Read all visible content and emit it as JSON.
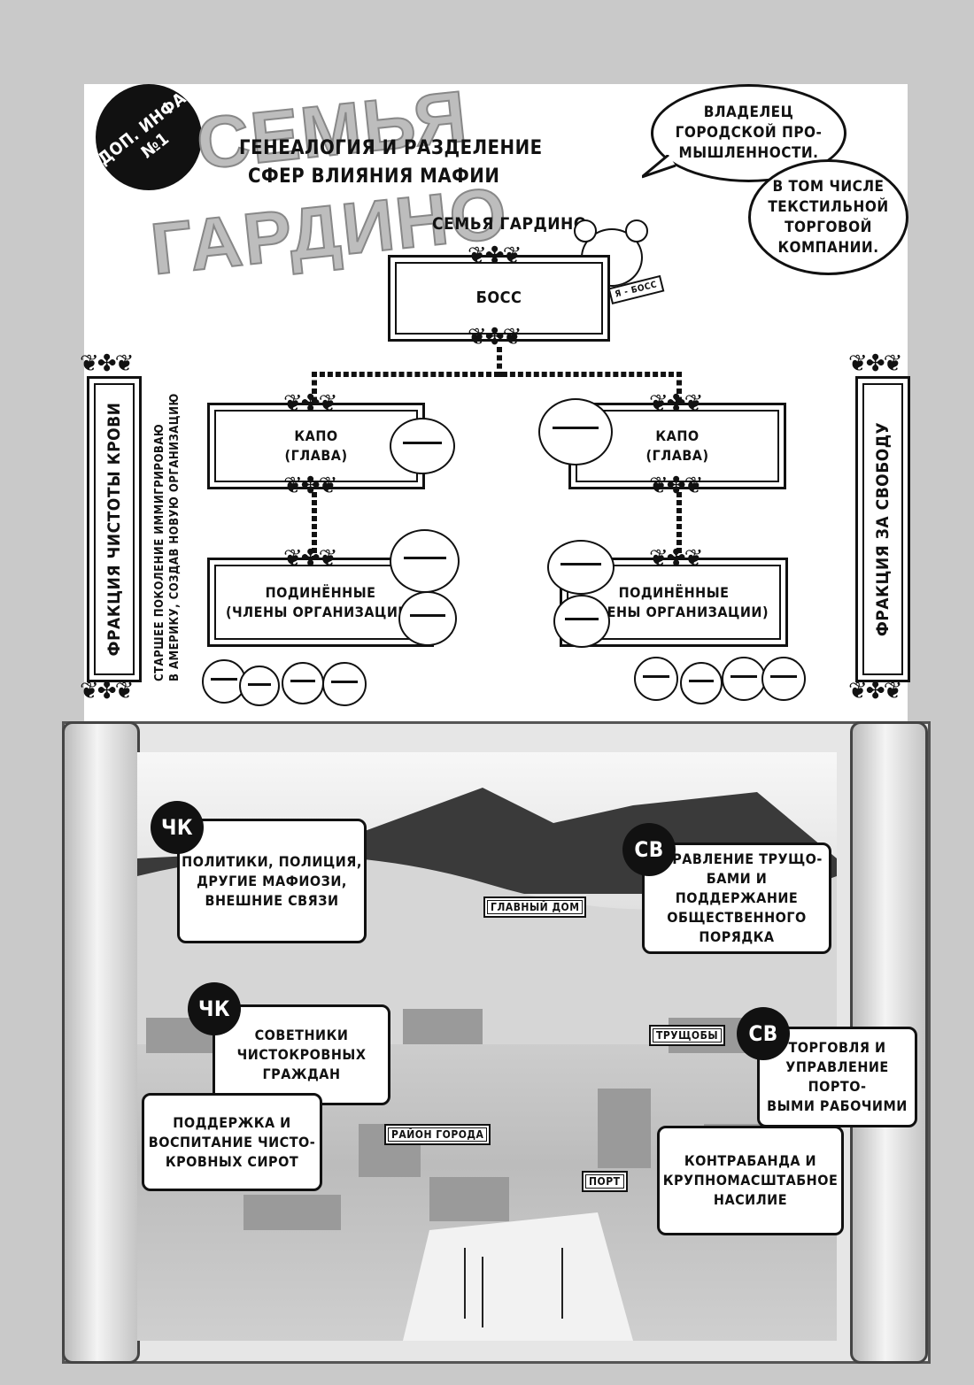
{
  "header": {
    "badge_line1": "ДОП. ИНФА",
    "badge_line2": "№1",
    "big_title_line1": "СЕМЬЯ",
    "big_title_line2": "ГАРДИНО",
    "subtitle_line1": "ГЕНЕАЛОГИЯ И РАЗДЕЛЕНИЕ",
    "subtitle_line2": "СФЕР ВЛИЯНИЯ МАФИИ"
  },
  "speech": {
    "top_line1": "ВЛАДЕЛЕЦ",
    "top_line2": "ГОРОДСКОЙ ПРО-",
    "top_line3": "МЫШЛЕННОСТИ.",
    "bottom_line1": "В ТОМ ЧИСЛЕ",
    "bottom_line2": "ТЕКСТИЛЬНОЙ",
    "bottom_line3": "ТОРГОВОЙ",
    "bottom_line4": "КОМПАНИИ."
  },
  "org": {
    "family_label": "СЕМЬЯ ГАРДИНО",
    "boss": "БОСС",
    "boss_sign": "Я - БОСС",
    "capo_left_line1": "КАПО",
    "capo_left_line2": "(ГЛАВА)",
    "capo_right_line1": "КАПО",
    "capo_right_line2": "(ГЛАВА)",
    "sub_left_line1": "ПОДИНЁННЫЕ",
    "sub_left_line2": "(ЧЛЕНЫ ОРГАНИЗАЦИИ)",
    "sub_right_line1": "ПОДИНЁННЫЕ",
    "sub_right_line2": "(ЧЛЕНЫ ОРГАНИЗАЦИИ)"
  },
  "factions": {
    "left": "ФРАКЦИЯ ЧИСТОТЫ КРОВИ",
    "right": "ФРАКЦИЯ ЗА СВОБОДУ",
    "left_note_line1": "СТАРШЕЕ ПОКОЛЕНИЕ ИММИГРИРОВАЮ",
    "left_note_line2": "В АМЕРИКУ, СОЗДАВ НОВУЮ ОРГАНИЗАЦИЮ"
  },
  "map": {
    "tag_ck": "ЧК",
    "tag_sv": "СВ",
    "ck1_line1": "ПОЛИТИКИ, ПОЛИЦИЯ,",
    "ck1_line2": "ДРУГИЕ МАФИОЗИ,",
    "ck1_line3": "ВНЕШНИЕ СВЯЗИ",
    "ck2_line1": "СОВЕТНИКИ",
    "ck2_line2": "ЧИСТОКРОВНЫХ",
    "ck2_line3": "ГРАЖДАН",
    "ck3_line1": "ПОДДЕРЖКА И",
    "ck3_line2": "ВОСПИТАНИЕ ЧИСТО-",
    "ck3_line3": "КРОВНЫХ СИРОТ",
    "sv1_line1": "УПРАВЛЕНИЕ ТРУЩО-",
    "sv1_line2": "БАМИ И ПОДДЕРЖАНИЕ",
    "sv1_line3": "ОБЩЕСТВЕННОГО",
    "sv1_line4": "ПОРЯДКА",
    "sv2_line1": "ТОРГОВЛЯ И",
    "sv2_line2": "УПРАВЛЕНИЕ ПОРТО-",
    "sv2_line3": "ВЫМИ РАБОЧИМИ",
    "sv3_line1": "КОНТРАБАНДА И",
    "sv3_line2": "КРУПНОМАСШТАБНОЕ",
    "sv3_line3": "НАСИЛИЕ",
    "place_main_house": "ГЛАВНЫЙ ДОМ",
    "place_slums": "ТРУЩОБЫ",
    "place_district": "РАЙОН ГОРОДА",
    "place_port": "ПОРТ"
  },
  "colors": {
    "ink": "#111111",
    "paper": "#ffffff",
    "background": "#c9c9c9",
    "title_gray": "#bdbdbd"
  }
}
